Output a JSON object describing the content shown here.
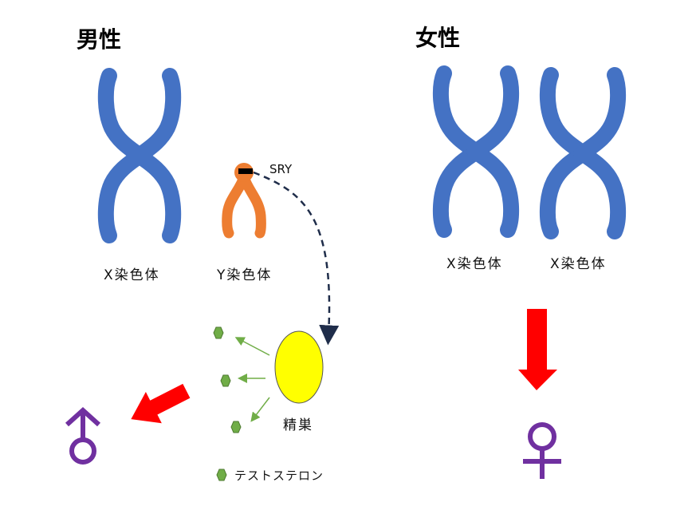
{
  "male": {
    "title": "男性",
    "chromosomes": [
      {
        "label": "X染色体",
        "color": "#4472c4"
      },
      {
        "label": "Y染色体",
        "color": "#ed7d31"
      }
    ],
    "gene_label": "SRY",
    "gonad_label": "精巣",
    "hormone_legend": "テストステロン",
    "symbol": "male"
  },
  "female": {
    "title": "女性",
    "chromosomes": [
      {
        "label": "X染色体",
        "color": "#4472c4"
      },
      {
        "label": "X染色体",
        "color": "#4472c4"
      }
    ],
    "symbol": "female"
  },
  "colors": {
    "x_chromosome": "#4472c4",
    "y_chromosome": "#ed7d31",
    "sry_marker": "#000000",
    "dashed_arrow": "#1f2d4a",
    "gonad": "#ffff00",
    "hormone": "#70ad47",
    "hormone_arrow": "#70ad47",
    "result_arrow": "#ff0000",
    "sex_symbol": "#7030a0"
  }
}
